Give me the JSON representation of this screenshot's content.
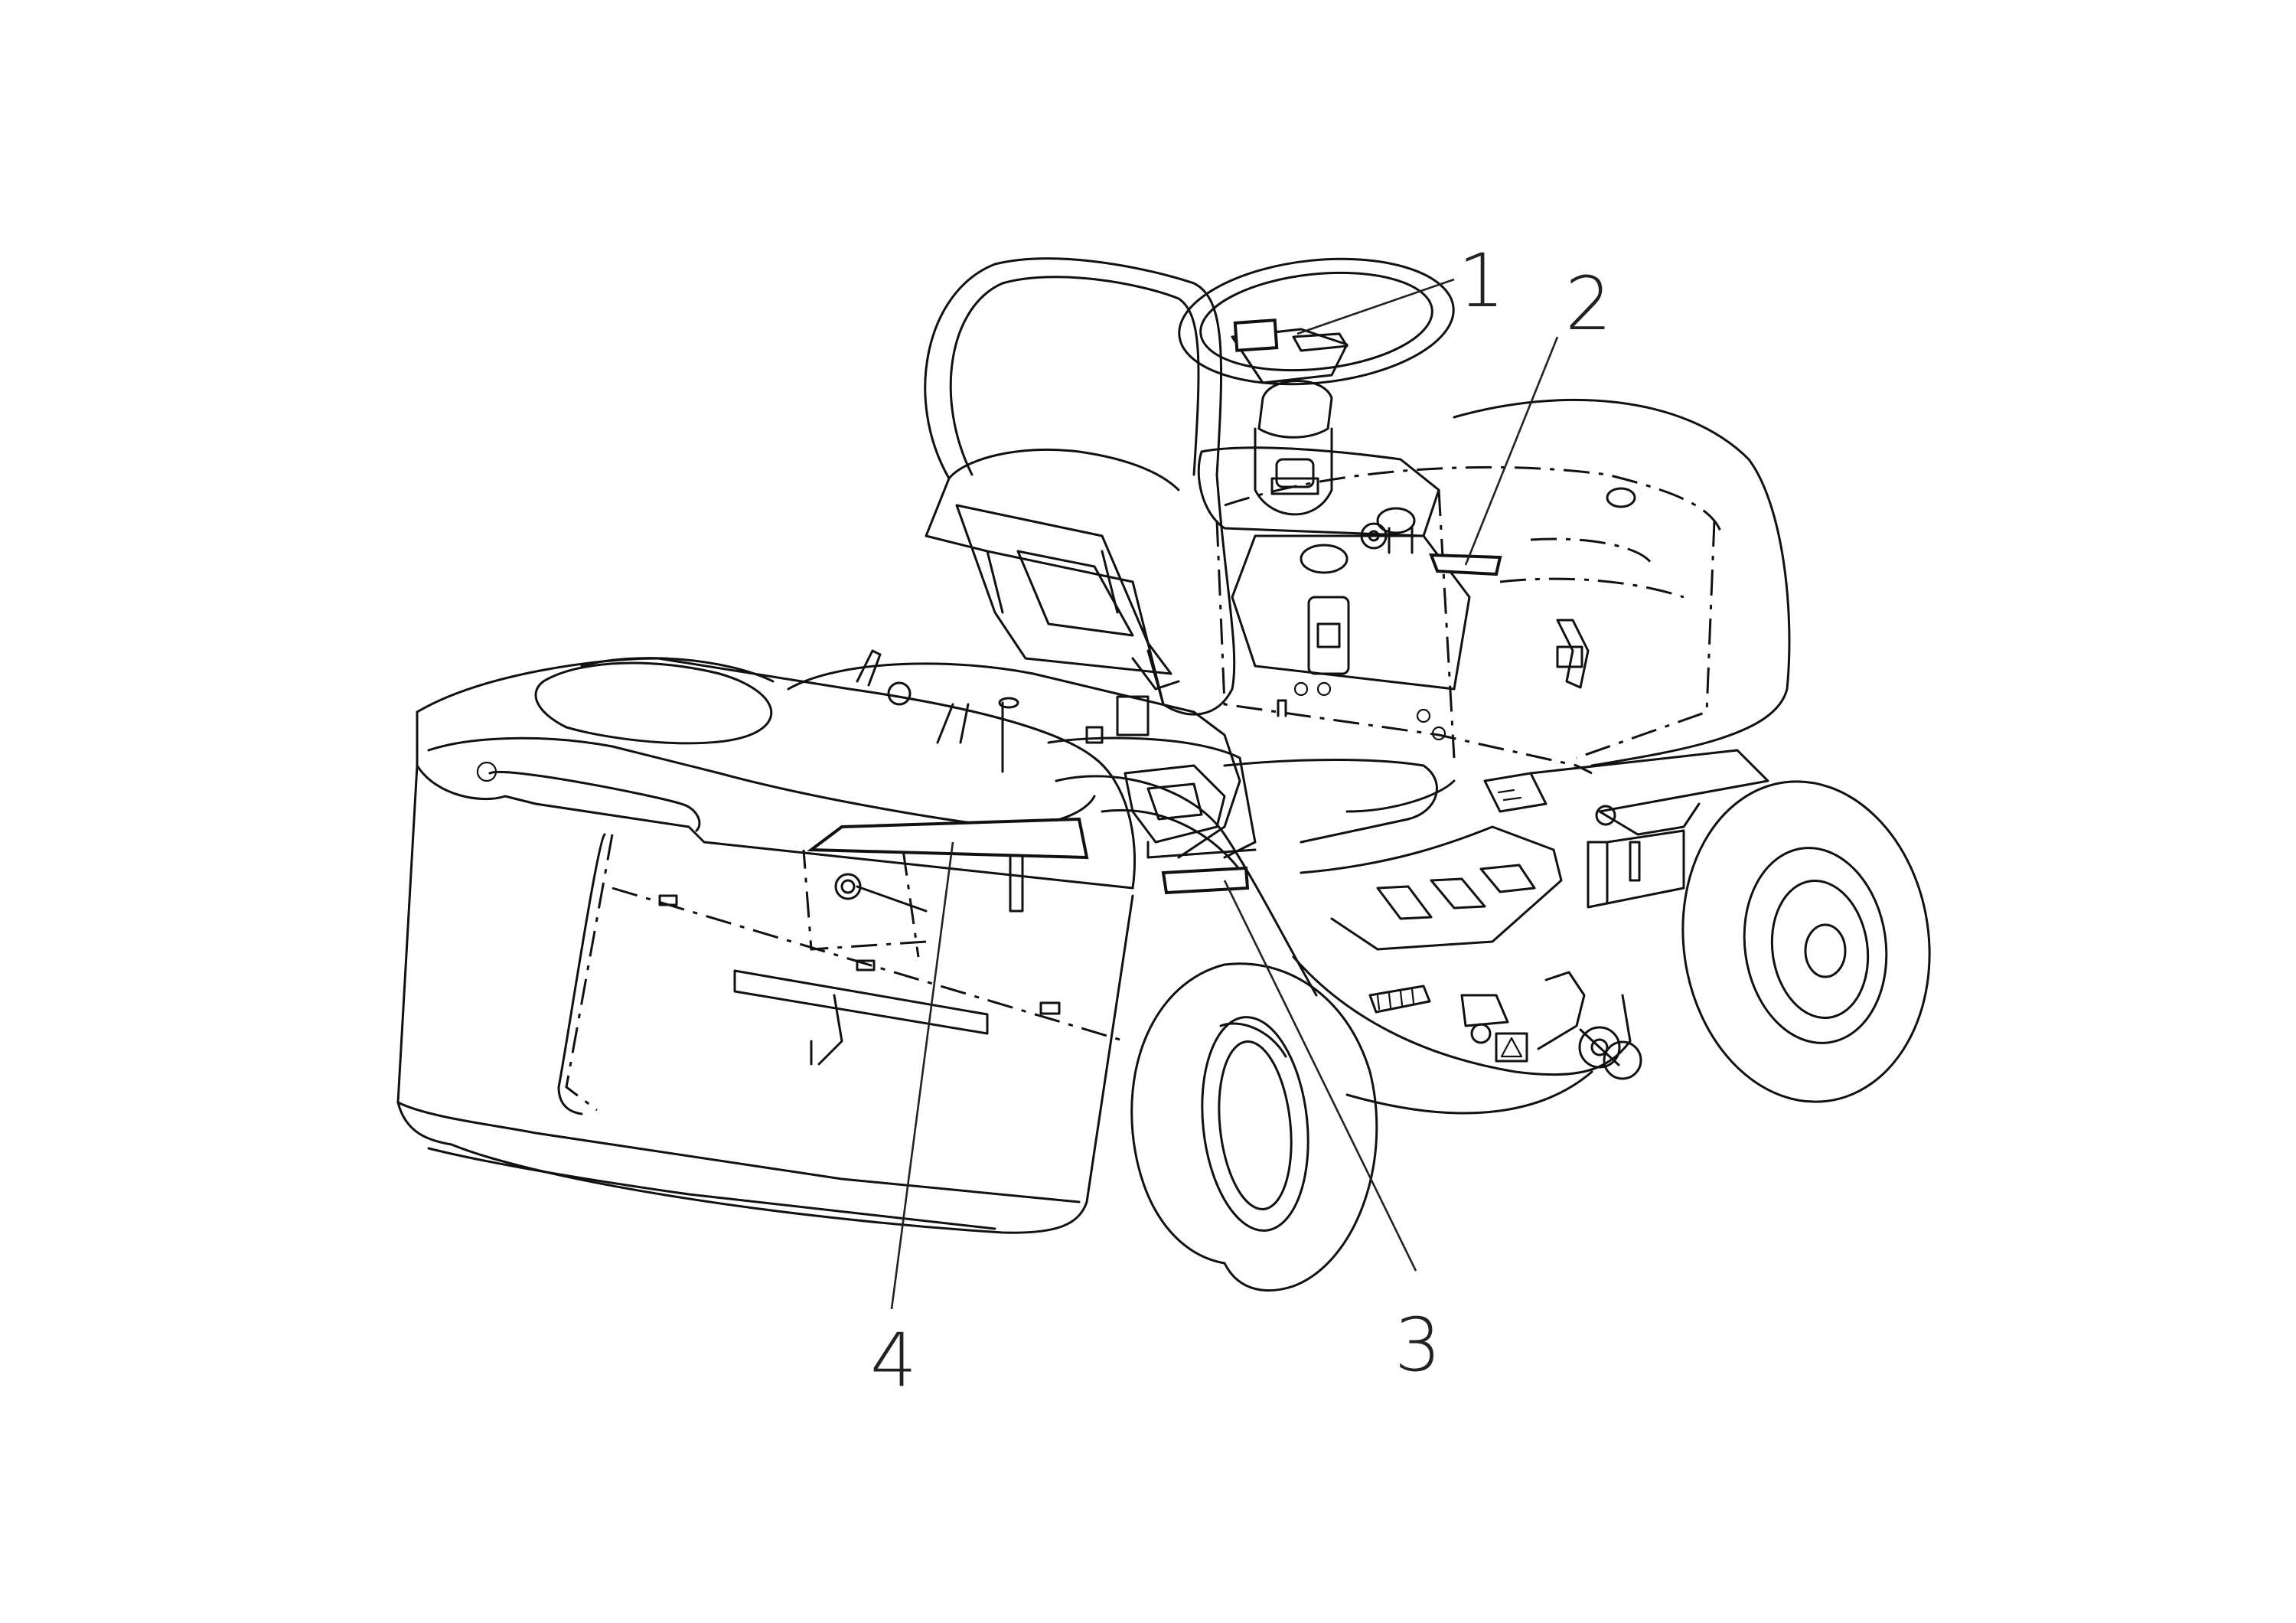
{
  "figure": {
    "background": "#ffffff",
    "line_color": "#111111",
    "subject_icon": "riding-lawn-mower-line-drawing"
  },
  "callouts": [
    {
      "id": "1",
      "label": "1"
    },
    {
      "id": "2",
      "label": "2"
    },
    {
      "id": "3",
      "label": "3"
    },
    {
      "id": "4",
      "label": "4"
    }
  ]
}
